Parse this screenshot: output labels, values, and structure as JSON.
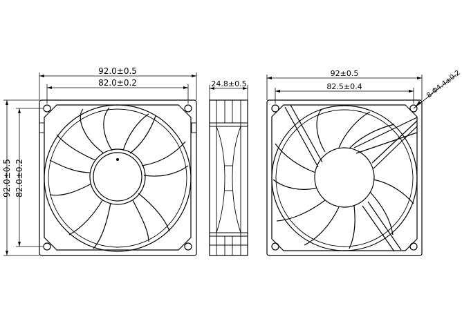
{
  "front_view": {
    "overall_width": "92.0±0.5",
    "hole_spacing_width": "82.0±0.2",
    "overall_height": "92.0±0.5",
    "hole_spacing_height": "82.0±0.2"
  },
  "side_view": {
    "thickness": "24.8±0.5"
  },
  "rear_view": {
    "overall_width": "92±0.5",
    "hole_spacing_width": "82.5±0.4",
    "mounting_holes": "8-Φ4.4±0.2"
  },
  "colors": {
    "line": "#000000",
    "background": "#ffffff"
  }
}
